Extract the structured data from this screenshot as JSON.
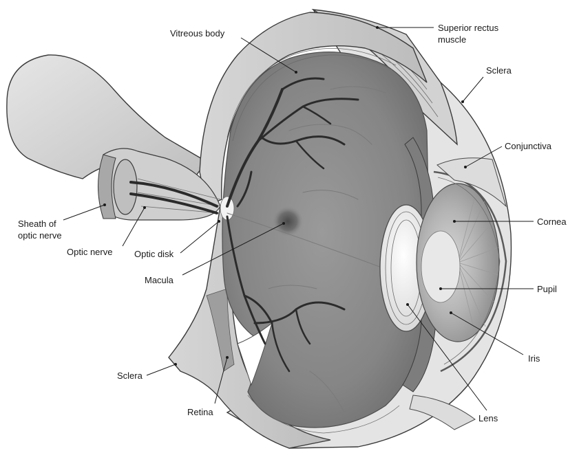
{
  "labels": {
    "vitreous_body": "Vitreous body",
    "superior_rectus_1": "Superior rectus",
    "superior_rectus_2": "muscle",
    "sclera_top": "Sclera",
    "conjunctiva": "Conjunctiva",
    "sheath_1": "Sheath of",
    "sheath_2": "optic nerve",
    "optic_nerve": "Optic nerve",
    "optic_disk": "Optic disk",
    "cornea": "Cornea",
    "macula": "Macula",
    "pupil": "Pupil",
    "iris": "Iris",
    "sclera_bottom": "Sclera",
    "retina": "Retina",
    "lens": "Lens"
  },
  "colors": {
    "background": "#ffffff",
    "sclera": "#c9c9c9",
    "interior": "#8c8c8c",
    "vessel": "#2b2b2b",
    "text": "#1a1a1a"
  }
}
